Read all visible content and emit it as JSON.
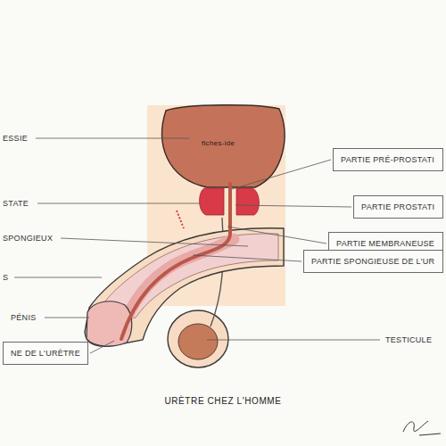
{
  "diagram": {
    "title": "URÈTRE CHEZ L'HOMME",
    "nodes": [
      {
        "text": [
          "PARTIE PRÉ-PROSTATI"
        ]
      },
      {
        "text": [
          "PARTIE PROSTATI"
        ]
      },
      {
        "text": [
          "PARTIE MEMBRANEUSE"
        ]
      },
      {
        "text": [
          "PARTIE SPONGIEUSE DE L'UR"
        ]
      },
      {
        "text": [
          "NE DE L'URÈTRE"
        ]
      }
    ],
    "labels": [
      "ESSIE",
      "fiches-ide",
      "STATE",
      "SPONGIEUX",
      "S",
      "PÉNIS",
      "TESTICULE"
    ]
  }
}
